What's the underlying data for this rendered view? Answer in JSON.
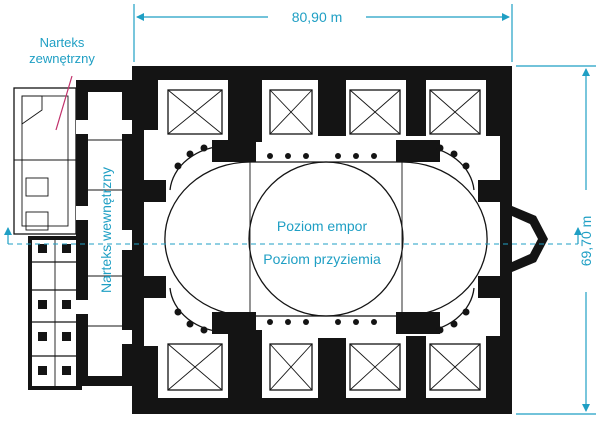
{
  "labels": {
    "length": "80,90 m",
    "width": "69,70 m",
    "outer_narthex_line1": "Narteks",
    "outer_narthex_line2": "zewnętrzny",
    "inner_narthex": "Narteks wewnętrzny",
    "gallery_level": "Poziom empor",
    "ground_level": "Poziom przyziemia"
  },
  "colors": {
    "annotation": "#1f9fc4",
    "leader": "#c0306a",
    "walls": "#141414",
    "background": "#ffffff"
  }
}
